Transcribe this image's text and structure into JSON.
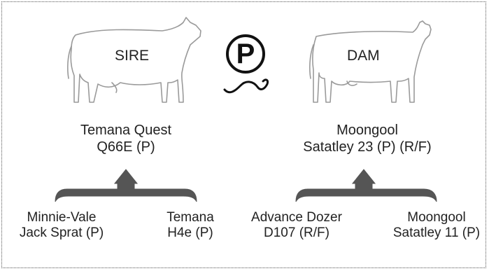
{
  "sire": {
    "cow_label": "SIRE",
    "name_line1": "Temana Quest",
    "name_line2": "Q66E (P)",
    "parent_left": {
      "line1": "Minnie-Vale",
      "line2": "Jack Sprat (P)"
    },
    "parent_right": {
      "line1": "Temana",
      "line2": "H4e (P)"
    }
  },
  "dam": {
    "cow_label": "DAM",
    "name_line1": "Moongool",
    "name_line2": "Satatley 23 (P) (R/F)",
    "parent_left": {
      "line1": "Advance Dozer",
      "line2": "D107 (R/F)"
    },
    "parent_right": {
      "line1": "Moongool",
      "line2": "Satatley 11 (P)"
    }
  },
  "polled_badge": {
    "letter": "P",
    "icon": "polled-p-symbol"
  },
  "colors": {
    "text": "#222222",
    "arrow": "#555555",
    "outline": "#999999",
    "border": "#555555"
  }
}
